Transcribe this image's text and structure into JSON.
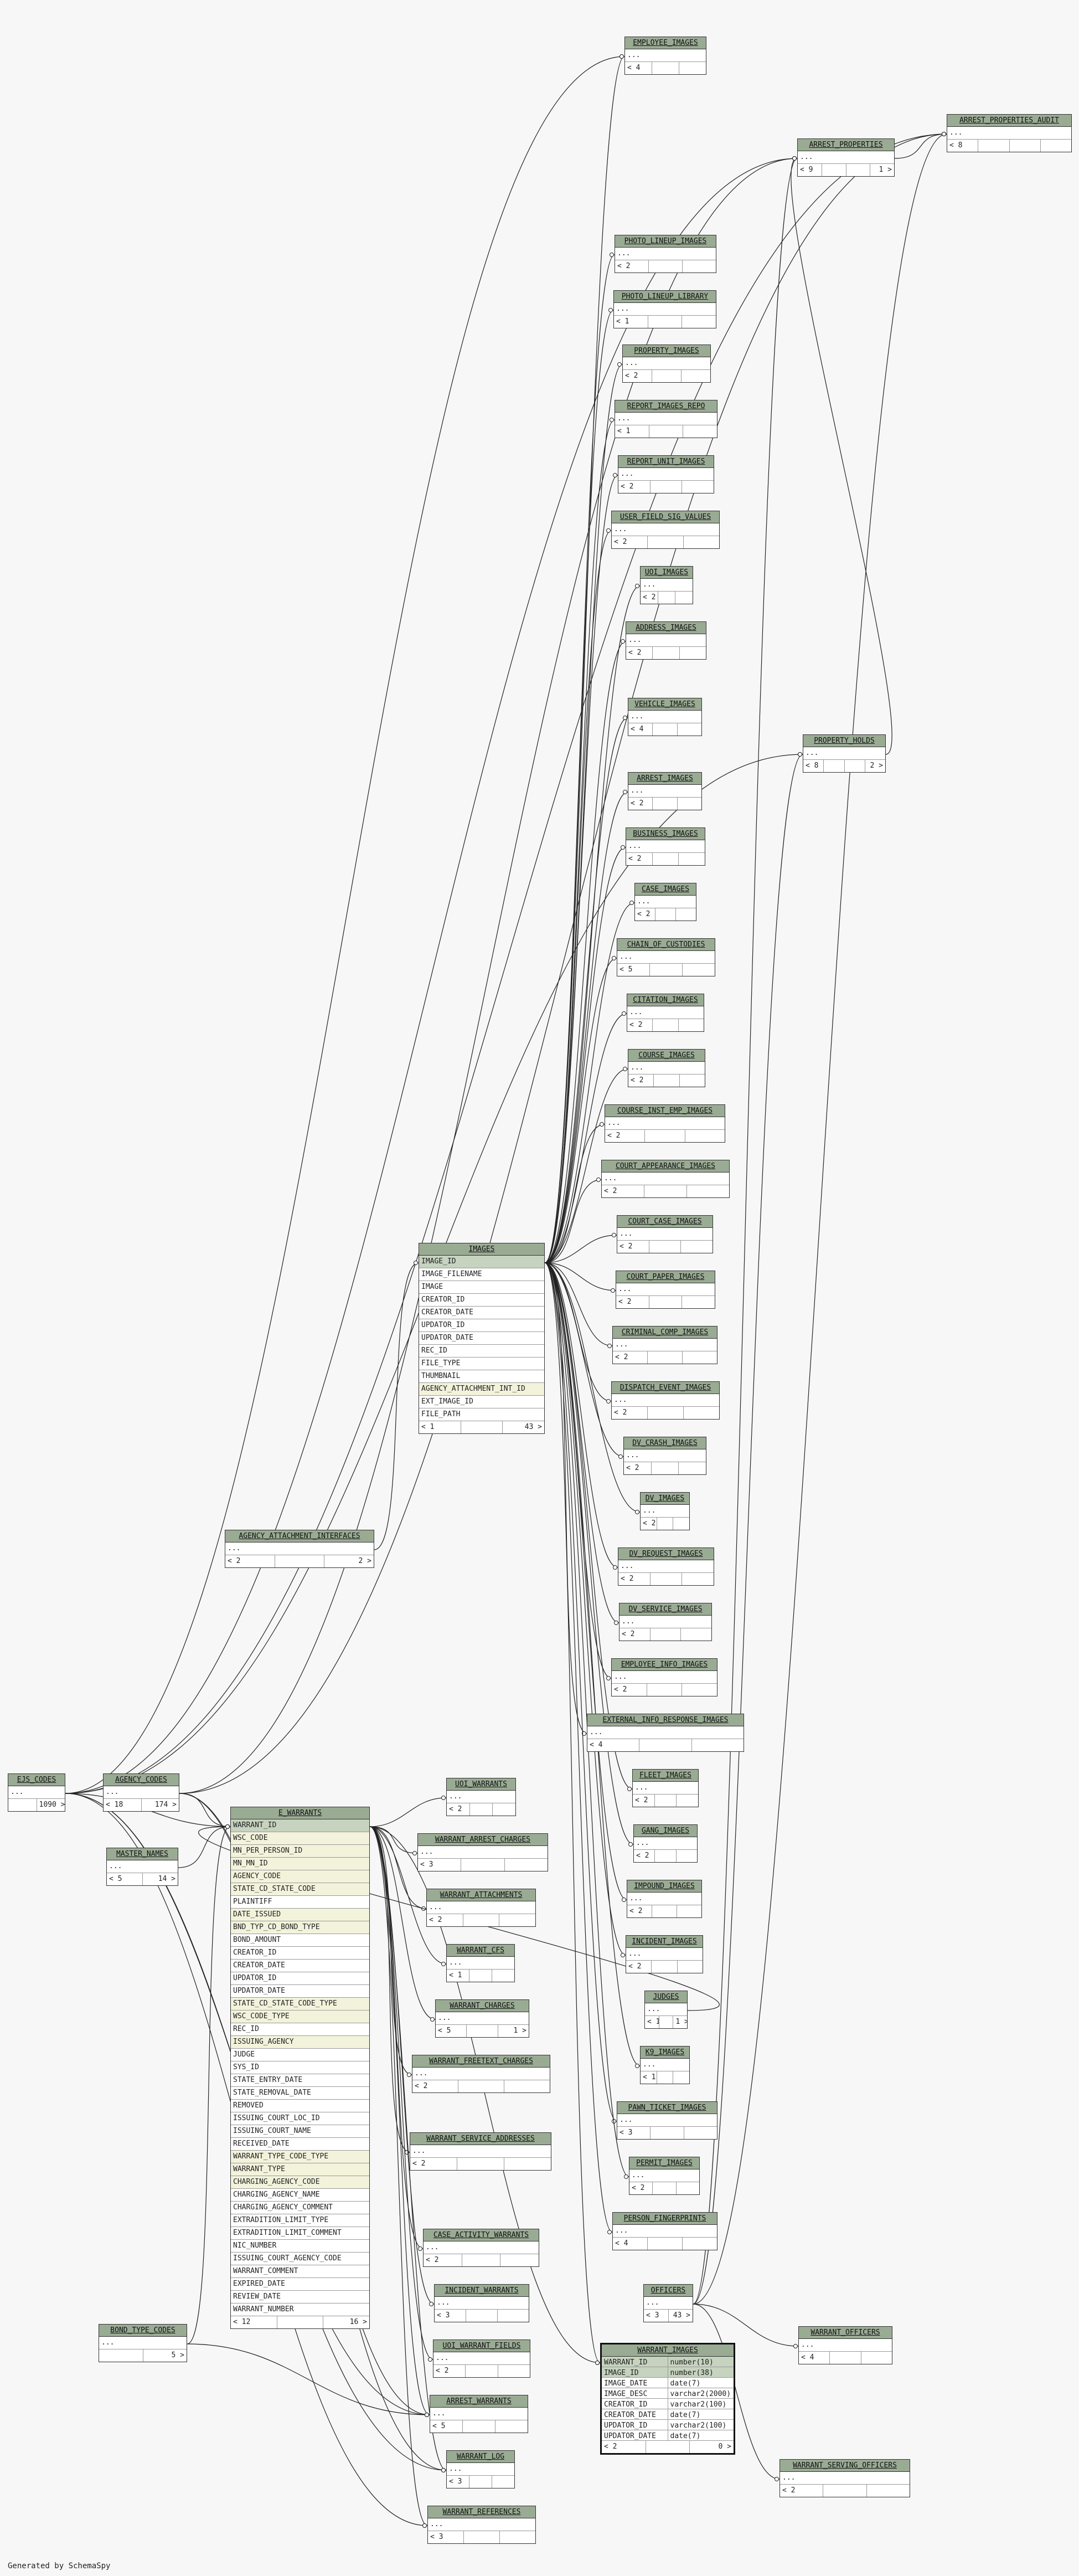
{
  "footer": "Generated by SchemaSpy",
  "tables": {
    "employee_images": {
      "name": "EMPLOYEE_IMAGES",
      "rows": [
        "..."
      ],
      "foot": [
        "< 4",
        "",
        ""
      ]
    },
    "arrest_properties_audit": {
      "name": "ARREST_PROPERTIES_AUDIT",
      "rows": [
        "..."
      ],
      "foot": [
        "< 8",
        "",
        "",
        ""
      ]
    },
    "arrest_properties": {
      "name": "ARREST_PROPERTIES",
      "rows": [
        "..."
      ],
      "foot": [
        "< 9",
        "",
        "",
        "1 >"
      ]
    },
    "photo_lineup_images": {
      "name": "PHOTO_LINEUP_IMAGES",
      "rows": [
        "..."
      ],
      "foot": [
        "< 2",
        "",
        ""
      ]
    },
    "photo_lineup_library": {
      "name": "PHOTO_LINEUP_LIBRARY",
      "rows": [
        "..."
      ],
      "foot": [
        "< 1",
        "",
        ""
      ]
    },
    "property_images": {
      "name": "PROPERTY_IMAGES",
      "rows": [
        "..."
      ],
      "foot": [
        "< 2",
        "",
        ""
      ]
    },
    "report_images_repo": {
      "name": "REPORT_IMAGES_REPO",
      "rows": [
        "..."
      ],
      "foot": [
        "< 1",
        "",
        ""
      ]
    },
    "report_unit_images": {
      "name": "REPORT_UNIT_IMAGES",
      "rows": [
        "..."
      ],
      "foot": [
        "< 2",
        "",
        ""
      ]
    },
    "user_field_sig_values": {
      "name": "USER_FIELD_SIG_VALUES",
      "rows": [
        "..."
      ],
      "foot": [
        "< 2",
        "",
        ""
      ]
    },
    "uoi_images": {
      "name": "UOI_IMAGES",
      "rows": [
        "..."
      ],
      "foot": [
        "< 2",
        "",
        ""
      ]
    },
    "address_images": {
      "name": "ADDRESS_IMAGES",
      "rows": [
        "..."
      ],
      "foot": [
        "< 2",
        "",
        ""
      ]
    },
    "vehicle_images": {
      "name": "VEHICLE_IMAGES",
      "rows": [
        "..."
      ],
      "foot": [
        "< 4",
        "",
        ""
      ]
    },
    "property_holds": {
      "name": "PROPERTY_HOLDS",
      "rows": [
        "..."
      ],
      "foot": [
        "< 8",
        "",
        "",
        "2 >"
      ]
    },
    "arrest_images": {
      "name": "ARREST_IMAGES",
      "rows": [
        "..."
      ],
      "foot": [
        "< 2",
        "",
        ""
      ]
    },
    "business_images": {
      "name": "BUSINESS_IMAGES",
      "rows": [
        "..."
      ],
      "foot": [
        "< 2",
        "",
        ""
      ]
    },
    "case_images": {
      "name": "CASE_IMAGES",
      "rows": [
        "..."
      ],
      "foot": [
        "< 2",
        "",
        ""
      ]
    },
    "chain_of_custodies": {
      "name": "CHAIN_OF_CUSTODIES",
      "rows": [
        "..."
      ],
      "foot": [
        "< 5",
        "",
        ""
      ]
    },
    "citation_images": {
      "name": "CITATION_IMAGES",
      "rows": [
        "..."
      ],
      "foot": [
        "< 2",
        "",
        ""
      ]
    },
    "course_images": {
      "name": "COURSE_IMAGES",
      "rows": [
        "..."
      ],
      "foot": [
        "< 2",
        "",
        ""
      ]
    },
    "course_inst_emp_images": {
      "name": "COURSE_INST_EMP_IMAGES",
      "rows": [
        "..."
      ],
      "foot": [
        "< 2",
        "",
        ""
      ]
    },
    "court_appearance_images": {
      "name": "COURT_APPEARANCE_IMAGES",
      "rows": [
        "..."
      ],
      "foot": [
        "< 2",
        "",
        ""
      ]
    },
    "court_case_images": {
      "name": "COURT_CASE_IMAGES",
      "rows": [
        "..."
      ],
      "foot": [
        "< 2",
        "",
        ""
      ]
    },
    "court_paper_images": {
      "name": "COURT_PAPER_IMAGES",
      "rows": [
        "..."
      ],
      "foot": [
        "< 2",
        "",
        ""
      ]
    },
    "criminal_comp_images": {
      "name": "CRIMINAL_COMP_IMAGES",
      "rows": [
        "..."
      ],
      "foot": [
        "< 2",
        "",
        ""
      ]
    },
    "dispatch_event_images": {
      "name": "DISPATCH_EVENT_IMAGES",
      "rows": [
        "..."
      ],
      "foot": [
        "< 2",
        "",
        ""
      ]
    },
    "dv_crash_images": {
      "name": "DV_CRASH_IMAGES",
      "rows": [
        "..."
      ],
      "foot": [
        "< 2",
        "",
        ""
      ]
    },
    "dv_images": {
      "name": "DV_IMAGES",
      "rows": [
        "..."
      ],
      "foot": [
        "< 2",
        "",
        ""
      ]
    },
    "dv_request_images": {
      "name": "DV_REQUEST_IMAGES",
      "rows": [
        "..."
      ],
      "foot": [
        "< 2",
        "",
        ""
      ]
    },
    "dv_service_images": {
      "name": "DV_SERVICE_IMAGES",
      "rows": [
        "..."
      ],
      "foot": [
        "< 2",
        "",
        ""
      ]
    },
    "employee_info_images": {
      "name": "EMPLOYEE_INFO_IMAGES",
      "rows": [
        "..."
      ],
      "foot": [
        "< 2",
        "",
        ""
      ]
    },
    "external_info_response_images": {
      "name": "EXTERNAL_INFO_RESPONSE_IMAGES",
      "rows": [
        "..."
      ],
      "foot": [
        "< 4",
        "",
        ""
      ]
    },
    "fleet_images": {
      "name": "FLEET_IMAGES",
      "rows": [
        "..."
      ],
      "foot": [
        "< 2",
        "",
        ""
      ]
    },
    "gang_images": {
      "name": "GANG_IMAGES",
      "rows": [
        "..."
      ],
      "foot": [
        "< 2",
        "",
        ""
      ]
    },
    "impound_images": {
      "name": "IMPOUND_IMAGES",
      "rows": [
        "..."
      ],
      "foot": [
        "< 2",
        "",
        ""
      ]
    },
    "incident_images": {
      "name": "INCIDENT_IMAGES",
      "rows": [
        "..."
      ],
      "foot": [
        "< 2",
        "",
        ""
      ]
    },
    "judges": {
      "name": "JUDGES",
      "rows": [
        "..."
      ],
      "foot": [
        "< 1",
        "",
        "1 >"
      ]
    },
    "k9_images": {
      "name": "K9_IMAGES",
      "rows": [
        "..."
      ],
      "foot": [
        "< 1",
        "",
        ""
      ]
    },
    "pawn_ticket_images": {
      "name": "PAWN_TICKET_IMAGES",
      "rows": [
        "..."
      ],
      "foot": [
        "< 3",
        "",
        ""
      ]
    },
    "permit_images": {
      "name": "PERMIT_IMAGES",
      "rows": [
        "..."
      ],
      "foot": [
        "< 2",
        "",
        ""
      ]
    },
    "person_fingerprints": {
      "name": "PERSON_FINGERPRINTS",
      "rows": [
        "..."
      ],
      "foot": [
        "< 4",
        "",
        ""
      ]
    },
    "officers": {
      "name": "OFFICERS",
      "rows": [
        "..."
      ],
      "foot": [
        "< 3",
        "43 >"
      ]
    },
    "warrant_officers": {
      "name": "WARRANT_OFFICERS",
      "rows": [
        "..."
      ],
      "foot": [
        "< 4",
        "",
        ""
      ]
    },
    "warrant_serving_officers": {
      "name": "WARRANT_SERVING_OFFICERS",
      "rows": [
        "..."
      ],
      "foot": [
        "< 2",
        "",
        ""
      ]
    },
    "images": {
      "name": "IMAGES",
      "rows": [
        "IMAGE_ID",
        "IMAGE_FILENAME",
        "IMAGE",
        "CREATOR_ID",
        "CREATOR_DATE",
        "UPDATOR_ID",
        "UPDATOR_DATE",
        "REC_ID",
        "FILE_TYPE",
        "THUMBNAIL",
        "AGENCY_ATTACHMENT_INT_ID",
        "EXT_IMAGE_ID",
        "FILE_PATH"
      ],
      "foot": [
        "< 1",
        "",
        "43 >"
      ]
    },
    "agency_attachment_interfaces": {
      "name": "AGENCY_ATTACHMENT_INTERFACES",
      "rows": [
        "..."
      ],
      "foot": [
        "< 2",
        "",
        "2 >"
      ]
    },
    "ejs_codes": {
      "name": "EJS_CODES",
      "rows": [
        "..."
      ],
      "foot": [
        "",
        "1090 >"
      ]
    },
    "agency_codes": {
      "name": "AGENCY_CODES",
      "rows": [
        "..."
      ],
      "foot": [
        "< 18",
        "174 >"
      ]
    },
    "master_names": {
      "name": "MASTER_NAMES",
      "rows": [
        "..."
      ],
      "foot": [
        "< 5",
        "14 >"
      ]
    },
    "bond_type_codes": {
      "name": "BOND_TYPE_CODES",
      "rows": [
        "..."
      ],
      "foot": [
        "",
        "5 >"
      ]
    },
    "e_warrants": {
      "name": "E_WARRANTS",
      "rows": [
        "WARRANT_ID",
        "WSC_CODE",
        "MN_PER_PERSON_ID",
        "MN_MN_ID",
        "AGENCY_CODE",
        "STATE_CD_STATE_CODE",
        "PLAINTIFF",
        "DATE_ISSUED",
        "BND_TYP_CD_BOND_TYPE",
        "BOND_AMOUNT",
        "CREATOR_ID",
        "CREATOR_DATE",
        "UPDATOR_ID",
        "UPDATOR_DATE",
        "STATE_CD_STATE_CODE_TYPE",
        "WSC_CODE_TYPE",
        "REC_ID",
        "ISSUING_AGENCY",
        "JUDGE",
        "SYS_ID",
        "STATE_ENTRY_DATE",
        "STATE_REMOVAL_DATE",
        "REMOVED",
        "ISSUING_COURT_LOC_ID",
        "ISSUING_COURT_NAME",
        "RECEIVED_DATE",
        "WARRANT_TYPE_CODE_TYPE",
        "WARRANT_TYPE",
        "CHARGING_AGENCY_CODE",
        "CHARGING_AGENCY_NAME",
        "CHARGING_AGENCY_COMMENT",
        "EXTRADITION_LIMIT_TYPE",
        "EXTRADITION_LIMIT_COMMENT",
        "NIC_NUMBER",
        "ISSUING_COURT_AGENCY_CODE",
        "WARRANT_COMMENT",
        "EXPIRED_DATE",
        "REVIEW_DATE",
        "WARRANT_NUMBER"
      ],
      "foot": [
        "< 12",
        "",
        "16 >"
      ]
    },
    "uoi_warrants": {
      "name": "UOI_WARRANTS",
      "rows": [
        "..."
      ],
      "foot": [
        "< 2",
        "",
        ""
      ]
    },
    "warrant_arrest_charges": {
      "name": "WARRANT_ARREST_CHARGES",
      "rows": [
        "..."
      ],
      "foot": [
        "< 3",
        "",
        ""
      ]
    },
    "warrant_attachments": {
      "name": "WARRANT_ATTACHMENTS",
      "rows": [
        "..."
      ],
      "foot": [
        "< 2",
        "",
        ""
      ]
    },
    "warrant_cfs": {
      "name": "WARRANT_CFS",
      "rows": [
        "..."
      ],
      "foot": [
        "< 1",
        "",
        ""
      ]
    },
    "warrant_charges": {
      "name": "WARRANT_CHARGES",
      "rows": [
        "..."
      ],
      "foot": [
        "< 5",
        "",
        "1 >"
      ]
    },
    "warrant_freetext_charges": {
      "name": "WARRANT_FREETEXT_CHARGES",
      "rows": [
        "..."
      ],
      "foot": [
        "< 2",
        "",
        ""
      ]
    },
    "warrant_service_addresses": {
      "name": "WARRANT_SERVICE_ADDRESSES",
      "rows": [
        "..."
      ],
      "foot": [
        "< 2",
        "",
        ""
      ]
    },
    "case_activity_warrants": {
      "name": "CASE_ACTIVITY_WARRANTS",
      "rows": [
        "..."
      ],
      "foot": [
        "< 2",
        "",
        ""
      ]
    },
    "incident_warrants": {
      "name": "INCIDENT_WARRANTS",
      "rows": [
        "..."
      ],
      "foot": [
        "< 3",
        "",
        ""
      ]
    },
    "uoi_warrant_fields": {
      "name": "UOI_WARRANT_FIELDS",
      "rows": [
        "..."
      ],
      "foot": [
        "< 2",
        "",
        ""
      ]
    },
    "arrest_warrants": {
      "name": "ARREST_WARRANTS",
      "rows": [
        "..."
      ],
      "foot": [
        "< 5",
        "",
        ""
      ]
    },
    "warrant_log": {
      "name": "WARRANT_LOG",
      "rows": [
        "..."
      ],
      "foot": [
        "< 3",
        "",
        ""
      ]
    },
    "warrant_references": {
      "name": "WARRANT_REFERENCES",
      "rows": [
        "..."
      ],
      "foot": [
        "< 3",
        "",
        ""
      ]
    },
    "warrant_images": {
      "name": "WARRANT_IMAGES",
      "rows": [
        [
          "WARRANT_ID",
          "number(10)"
        ],
        [
          "IMAGE_ID",
          "number(38)"
        ],
        [
          "IMAGE_DATE",
          "date(7)"
        ],
        [
          "IMAGE_DESC",
          "varchar2(2000)"
        ],
        [
          "CREATOR_ID",
          "varchar2(100)"
        ],
        [
          "CREATOR_DATE",
          "date(7)"
        ],
        [
          "UPDATOR_ID",
          "varchar2(100)"
        ],
        [
          "UPDATOR_DATE",
          "date(7)"
        ]
      ],
      "foot": [
        "< 2",
        "",
        "0 >"
      ]
    }
  }
}
